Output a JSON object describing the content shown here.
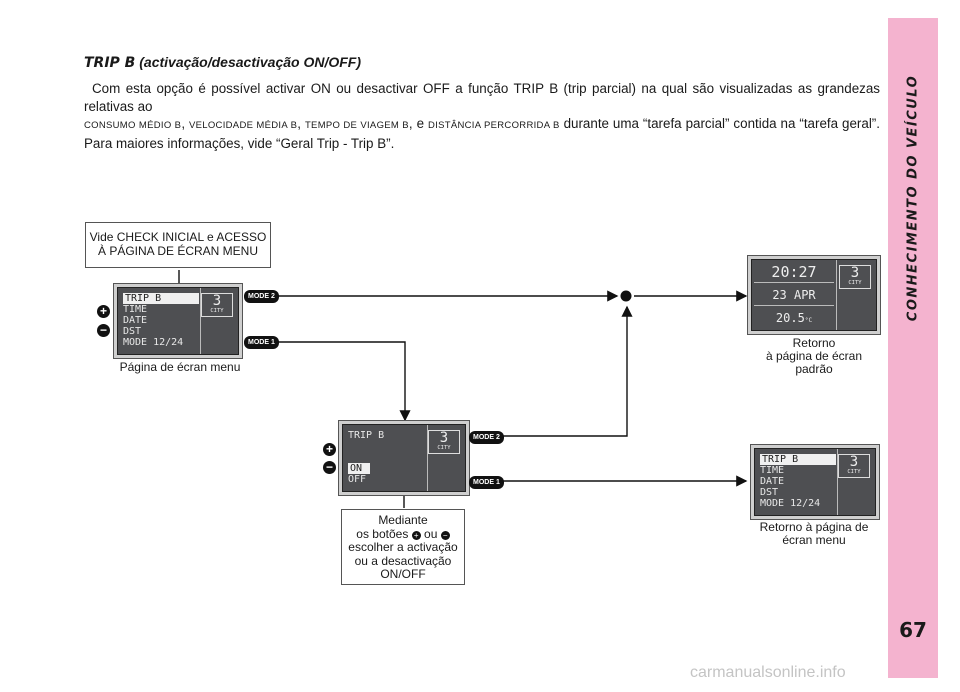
{
  "sidebar": {
    "title": "CONHECIMENTO DO VEÍCULO",
    "page_number": "67"
  },
  "section": {
    "heading_strong": "TRIP B",
    "heading_rest": "(activação/desactivação ON/OFF)",
    "intro_a": "Com esta opção é possível activar ON ou desactivar OFF a função TRIP B (trip parcial) na qual são visualizadas as grandezas relativas ao",
    "sc1": "consumo médio b",
    "sep1": ",",
    "sc2": "velocidade média b",
    "sep2": ",",
    "sc3": "tempo de viagem b",
    "sep3": ", e",
    "sc4": "distância percorrida b",
    "intro_b": "durante uma “tarefa parcial” contida na “tarefa geral”. Para maiores informações, vide “Geral Trip - Trip B”."
  },
  "diagram": {
    "check_box": "Vide CHECK INICIAL e ACESSO À PÁGINA DE ÉCRAN MENU",
    "menu_screen": {
      "items": [
        "TRIP B",
        "TIME",
        "DATE",
        "DST",
        "MODE 12/24"
      ],
      "gear": "3",
      "gear_label": "CITY"
    },
    "menu_caption": "Página de écran menu",
    "mode2": "MODE 2",
    "mode1": "MODE 1",
    "trip_screen": {
      "title": "TRIP B",
      "on": "ON",
      "off": "OFF",
      "gear": "3",
      "gear_label": "CITY"
    },
    "trip_mode2": "MODE 2",
    "trip_mode1": "MODE 1",
    "buttons_box": {
      "line1": "Mediante",
      "line2a": "os botões",
      "line2b": "ou",
      "line3": "escolher a activação",
      "line4": "ou a desactivação",
      "line5": "ON/OFF"
    },
    "default_screen": {
      "time": "20:27",
      "date": "23 APR",
      "temp": "20.5",
      "temp_unit": "°C",
      "gear": "3",
      "gear_label": "CITY"
    },
    "default_caption": [
      "Retorno",
      "à página de écran",
      "padrão"
    ],
    "return_screen": {
      "items": [
        "TRIP B",
        "TIME",
        "DATE",
        "DST",
        "MODE 12/24"
      ],
      "gear": "3",
      "gear_label": "CITY"
    },
    "return_caption": [
      "Retorno à página de",
      "écran menu"
    ]
  },
  "watermark": "carmanualsonline.info"
}
